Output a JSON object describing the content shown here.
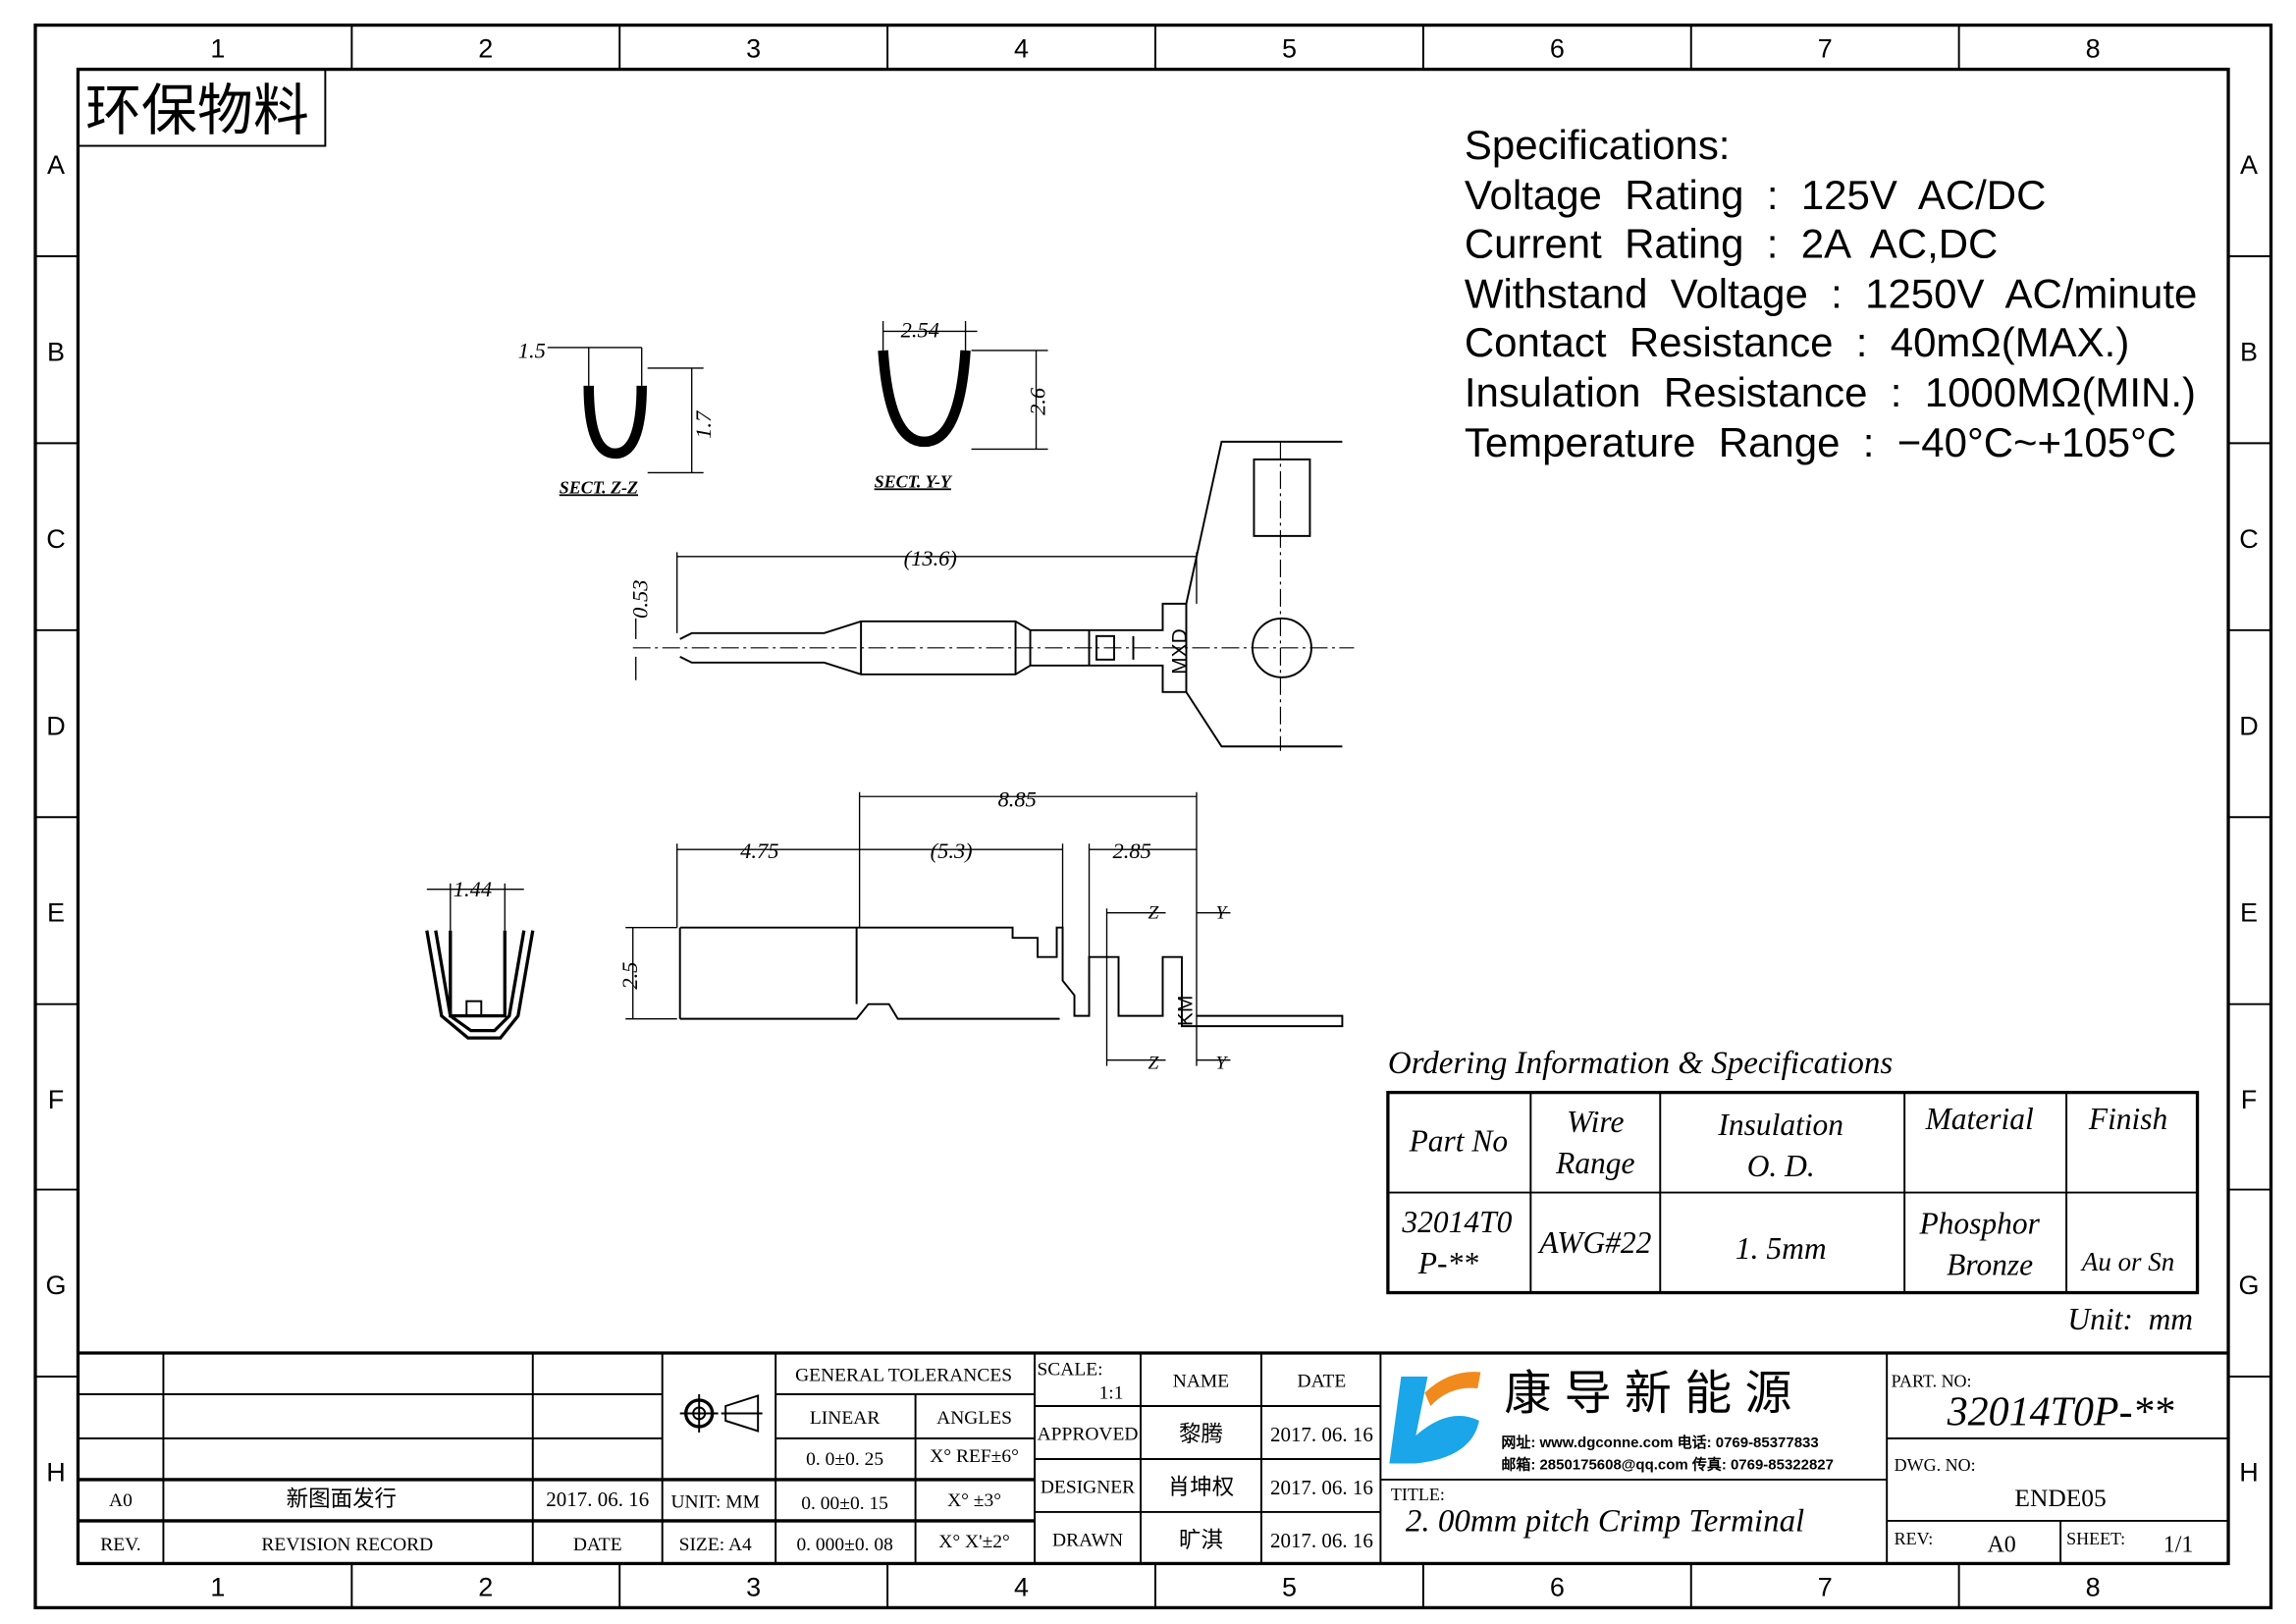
{
  "frame": {
    "cols": [
      "1",
      "2",
      "3",
      "4",
      "5",
      "6",
      "7",
      "8"
    ],
    "rows": [
      "A",
      "B",
      "C",
      "D",
      "E",
      "F",
      "G",
      "H"
    ]
  },
  "eco_label": "环保物料",
  "specs": {
    "title": "Specifications:",
    "lines": [
      "Voltage  Rating  :  125V  AC/DC",
      "Current  Rating  :  2A  AC,DC",
      "Withstand  Voltage  :  1250V  AC/minute",
      "Contact  Resistance  :  40mΩ(MAX.)",
      "Insulation  Resistance  :  1000MΩ(MIN.)",
      "Temperature  Range  :  −40°C~+105°C"
    ]
  },
  "dims": {
    "zz_w": "1.5",
    "zz_h": "1.7",
    "zz_label": "SECT. Z-Z",
    "yy_w": "2.54",
    "yy_h": "2.6",
    "yy_label": "SECT. Y-Y",
    "len": "(13.6)",
    "thk": "0.53",
    "d885": "8.85",
    "d475": "4.75",
    "d53": "(5.3)",
    "d285": "2.85",
    "d25": "2.5",
    "d144": "1.44",
    "z": "Z",
    "y": "Y",
    "mark1": "MXD",
    "mark2": "KM"
  },
  "ordering": {
    "title": "Ordering Information & Specifications",
    "headers": [
      "Part No",
      "Wire\nRange",
      "Insulation\nO. D.",
      "Material",
      "Finish"
    ],
    "row": [
      "32014T0\nP-**",
      "AWG#22",
      "1. 5mm",
      "Phosphor\nBronze",
      "Au or Sn"
    ],
    "unit": "Unit:  mm"
  },
  "title_block": {
    "gen_tol": "GENERAL TOLERANCES",
    "linear": "LINEAR",
    "angles": "ANGLES",
    "tol_rows": [
      [
        "0. 0±0. 25",
        "X° REF±6°"
      ],
      [
        "0. 00±0. 15",
        "X°  ±3°"
      ],
      [
        "0. 000±0. 08",
        "X° X'±2°"
      ]
    ],
    "unit": "UNIT:  MM",
    "size": "SIZE:  A4",
    "rev_row": {
      "rev": "A0",
      "record": "新图面发行",
      "date": "2017. 06. 16"
    },
    "rev_header": {
      "rev": "REV.",
      "record": "REVISION RECORD",
      "date": "DATE"
    },
    "scale_label": "SCALE:",
    "scale": "1:1",
    "name": "NAME",
    "date": "DATE",
    "people": [
      {
        "role": "APPROVED",
        "name": "黎腾",
        "date": "2017. 06. 16"
      },
      {
        "role": "DESIGNER",
        "name": "肖坤权",
        "date": "2017. 06. 16"
      },
      {
        "role": "DRAWN",
        "name": "旷淇",
        "date": "2017. 06. 16"
      }
    ],
    "company": "康 导 新 能 源",
    "contact1": "网址: www.dgconne.com  电话: 0769-85377833",
    "contact2": "邮箱: 2850175608@qq.com 传真: 0769-85322827",
    "title_label": "TITLE:",
    "title": "2. 00mm pitch Crimp Terminal",
    "part_no_label": "PART. NO:",
    "part_no": "32014T0P-**",
    "dwg_no_label": "DWG. NO:",
    "dwg_no": "ENDE05",
    "rev_label": "REV:",
    "rev": "A0",
    "sheet_label": "SHEET:",
    "sheet": "1/1",
    "logo_colors": {
      "blue": "#1aa6e8",
      "orange": "#f08a1c"
    }
  }
}
